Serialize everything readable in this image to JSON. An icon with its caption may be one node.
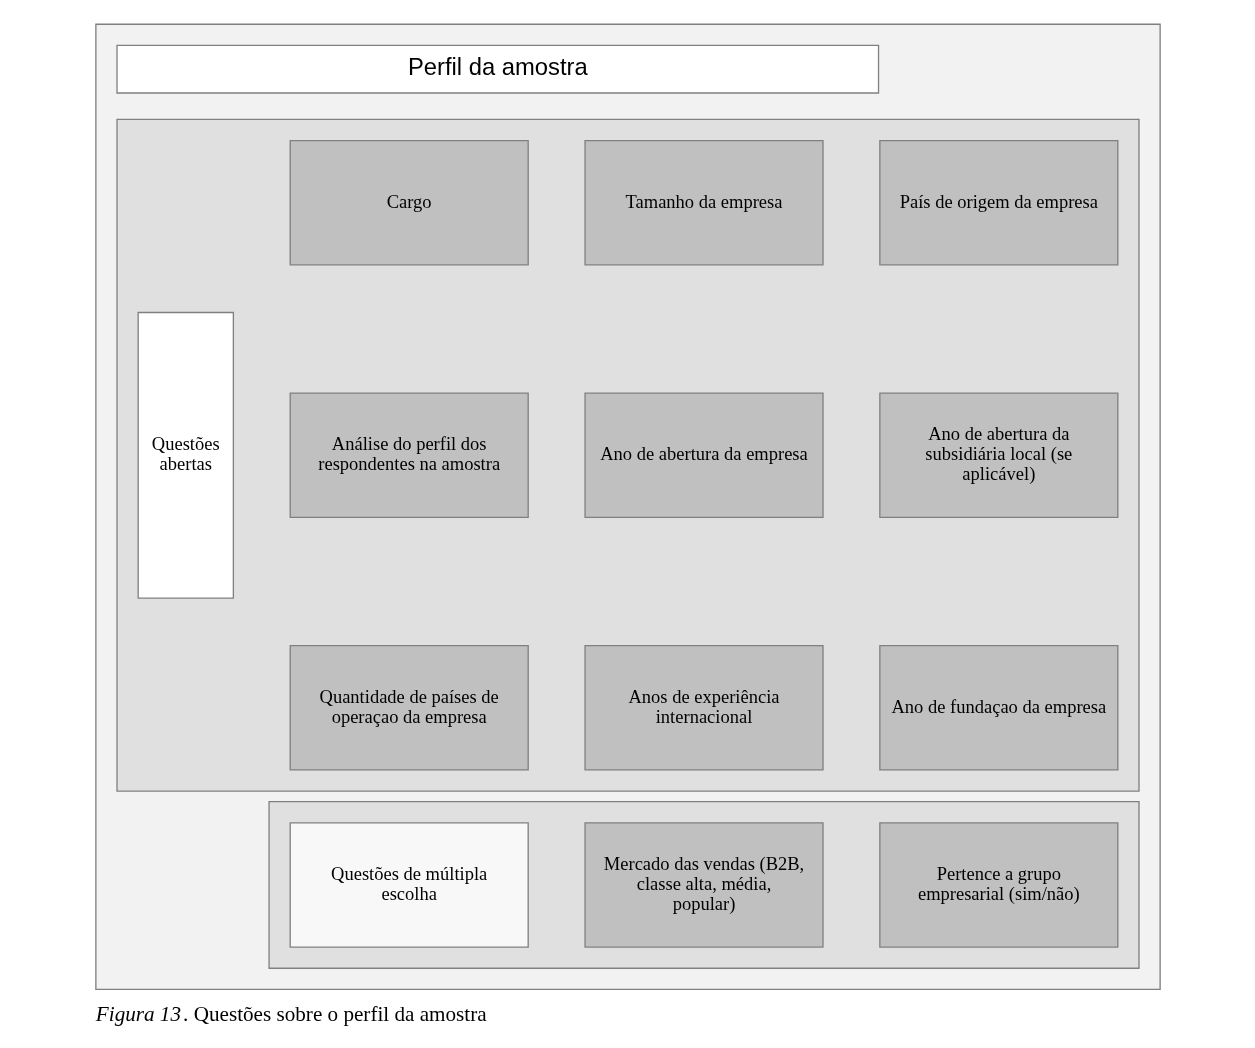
{
  "diagram": {
    "caption": "*Figura 13*. Questões sobre o perfil da amostra",
    "nodes": [
      {
        "text": [],
        "shape": "box"
      },
      {
        "text": [
          "Perfil da amostra"
        ],
        "in": 0
      },
      {
        "text": [],
        "shape": "box",
        "in": 0
      },
      {
        "text": [
          "Questões abertas"
        ],
        "in": 2
      },
      {
        "text": [
          "Cargo"
        ],
        "in": 2
      },
      {
        "text": [
          "Tamanho da empresa"
        ],
        "in": 2
      },
      {
        "text": [
          "País de origem da empresa"
        ],
        "in": 2
      },
      {
        "text": [
          "Análise do perfil dos respondentes na amostra"
        ],
        "in": 2
      },
      {
        "text": [
          "Ano de abertura da empresa"
        ],
        "in": 2
      },
      {
        "text": [
          "Ano de abertura da subsidiária local (se aplicável)"
        ],
        "in": 2
      },
      {
        "text": [
          "Quantidade de países de operaçao da empresa"
        ],
        "in": 2
      },
      {
        "text": [
          "Anos de experiência internacional"
        ],
        "in": 2
      },
      {
        "text": [
          "Ano de fundaçao da empresa"
        ],
        "in": 2
      },
      {
        "text": [],
        "shape": "box",
        "in": 0
      },
      {
        "text": [
          "Questões de múltipla escolha"
        ],
        "in": 13
      },
      {
        "text": [
          "Mercado das vendas (B2B, classe alta, média, popular)"
        ],
        "in": 13
      },
      {
        "text": [
          "Pertence a grupo empresarial (sim/não)"
        ],
        "in": 13
      }
    ],
    "edges": []
  }
}
